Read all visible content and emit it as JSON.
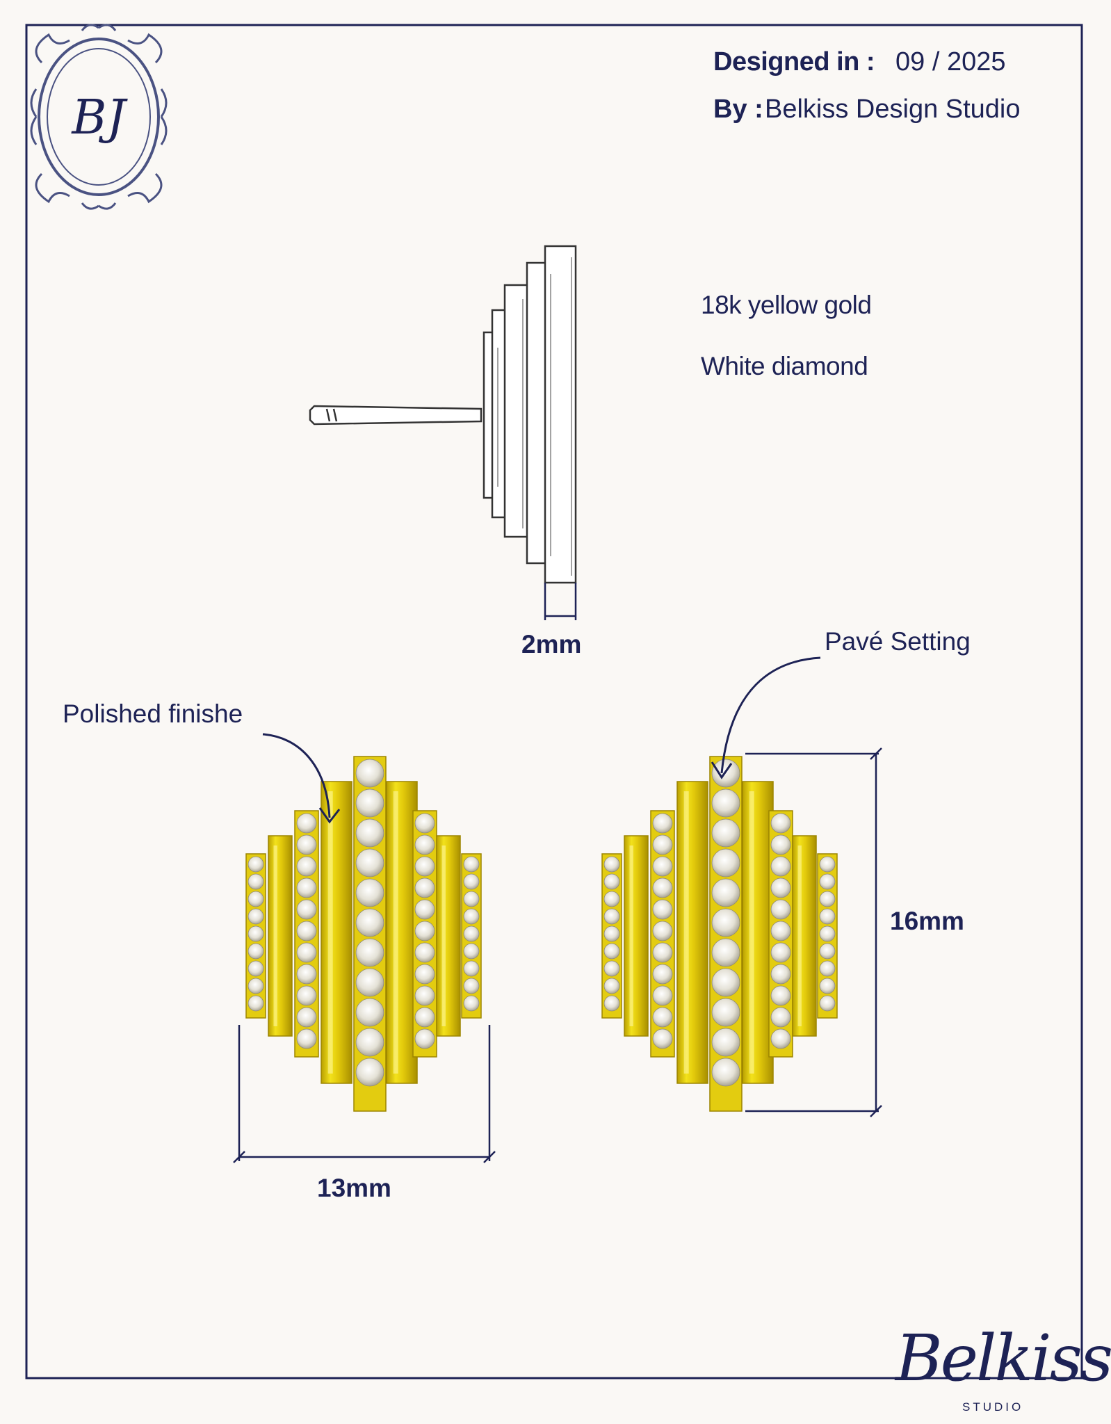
{
  "header": {
    "designed_label": "Designed in :",
    "designed_value": "09 / 2025",
    "by_label": "By :",
    "by_value": "Belkiss Design Studio"
  },
  "materials": [
    "18k yellow gold",
    "White diamond"
  ],
  "dimensions": {
    "depth": "2mm",
    "height": "16mm",
    "width": "13mm"
  },
  "annotations": {
    "setting": "Pavé Setting",
    "finish": "Polished finishe"
  },
  "brand": {
    "monogram": "BJ",
    "name": "Belkiss",
    "sub": "STUDIO"
  },
  "colors": {
    "ink": "#1d2255",
    "gold": "#e8d20e",
    "gold_dark": "#b79e00",
    "paper": "#faf8f5",
    "diamond": "#e6e3d8"
  }
}
